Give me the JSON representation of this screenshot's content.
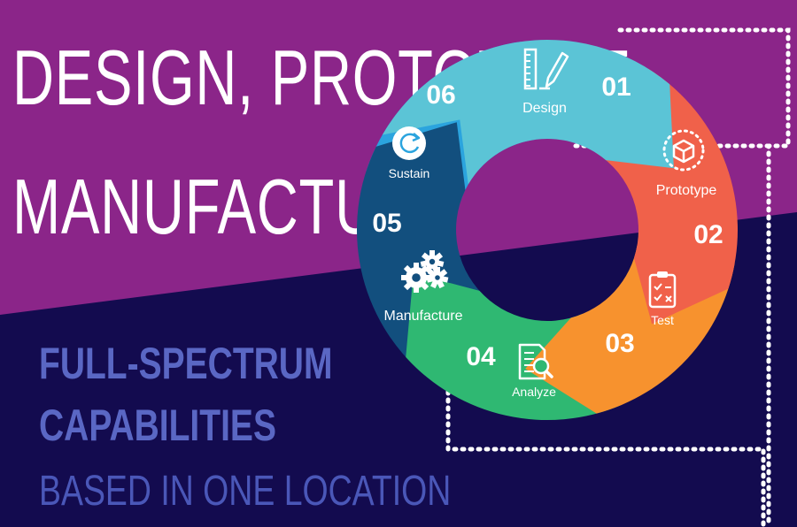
{
  "headline": {
    "line1": "DESIGN, PROTOTYPE,",
    "line2": "MANUFACTURE"
  },
  "subheading": {
    "line1": "FULL-SPECTRUM",
    "line2": "CAPABILITIES",
    "line3": "BASED IN ONE LOCATION"
  },
  "cycle": {
    "steps": [
      {
        "number": "01",
        "label": "Design",
        "icon": "ruler-pencil-icon",
        "color": "#5bc4d6"
      },
      {
        "number": "02",
        "label": "Prototype",
        "icon": "cube-icon",
        "color": "#f0614a"
      },
      {
        "number": "03",
        "label": "Test",
        "icon": "clipboard-check-icon",
        "color": "#f7922e"
      },
      {
        "number": "04",
        "label": "Analyze",
        "icon": "document-search-icon",
        "color": "#2fb872"
      },
      {
        "number": "05",
        "label": "Manufacture",
        "icon": "gears-icon",
        "color": "#124f7e"
      },
      {
        "number": "06",
        "label": "Sustain",
        "icon": "refresh-icon",
        "color": "#2ba4de"
      }
    ]
  },
  "colors": {
    "purple": "#8b2589",
    "navy": "#130b4f",
    "subheading": "#5a67c4",
    "dotted_border": "#ffffff"
  }
}
